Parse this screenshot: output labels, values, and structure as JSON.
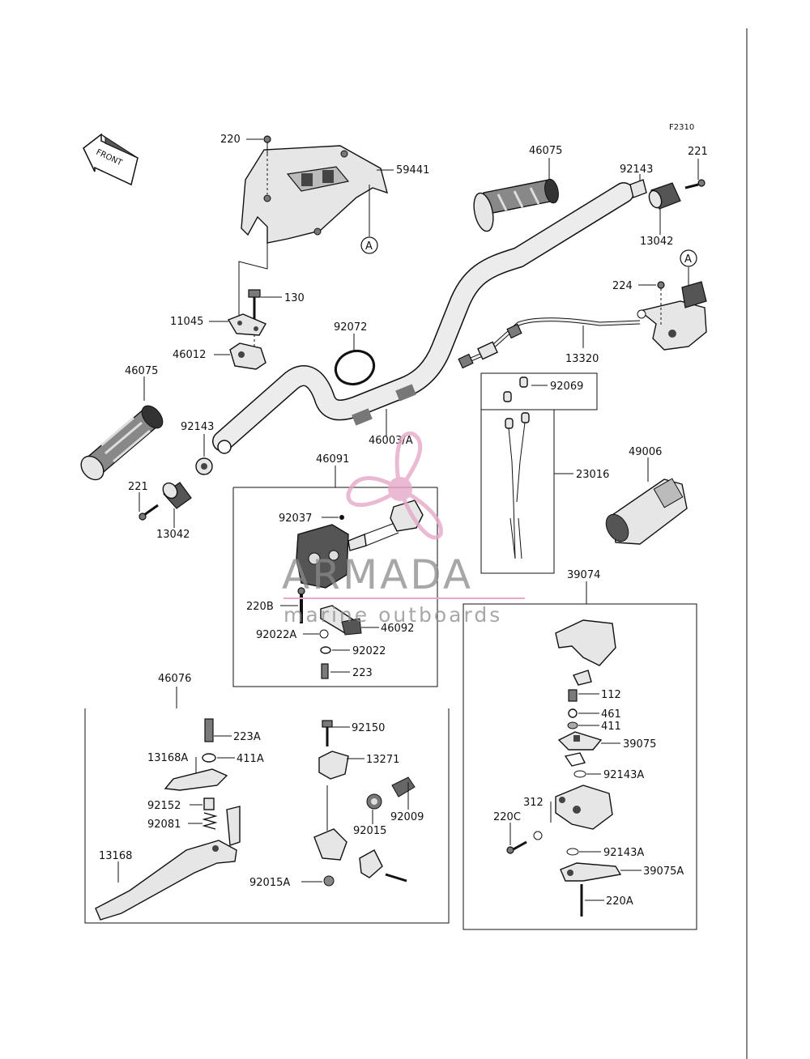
{
  "figure_code": "F2310",
  "front_label": "FRONT",
  "watermark": {
    "brand": "ARMADA",
    "tagline": "marine outboards"
  },
  "callouts": {
    "c220_top": "220",
    "c59441": "59441",
    "cA_cover": "A",
    "c46075_right": "46075",
    "c92143_right": "92143",
    "c221_right": "221",
    "c13042_right": "13042",
    "cA_switch": "A",
    "c224": "224",
    "c13320": "13320",
    "c130": "130",
    "c11045": "11045",
    "c46012": "46012",
    "c92072": "92072",
    "c46075_left": "46075",
    "c92143_left": "92143",
    "c46003A": "46003/A",
    "c221_left": "221",
    "c13042_left": "13042",
    "c92069": "92069",
    "c23016": "23016",
    "c49006": "49006",
    "c46091": "46091",
    "c92037": "92037",
    "c220B": "220B",
    "c46092": "46092",
    "c92022A": "92022A",
    "c92022": "92022",
    "c223": "223",
    "c39074": "39074",
    "c112": "112",
    "c461": "461",
    "c411": "411",
    "c39075": "39075",
    "c92143A_1": "92143A",
    "c312": "312",
    "c220C": "220C",
    "c92143A_2": "92143A",
    "c39075A": "39075A",
    "c220A": "220A",
    "c46076": "46076",
    "c223A": "223A",
    "c13168A": "13168A",
    "c411A": "411A",
    "c92152": "92152",
    "c92081": "92081",
    "c13168": "13168",
    "c92150": "92150",
    "c13271": "13271",
    "c92009": "92009",
    "c92015": "92015",
    "c92015A": "92015A"
  }
}
